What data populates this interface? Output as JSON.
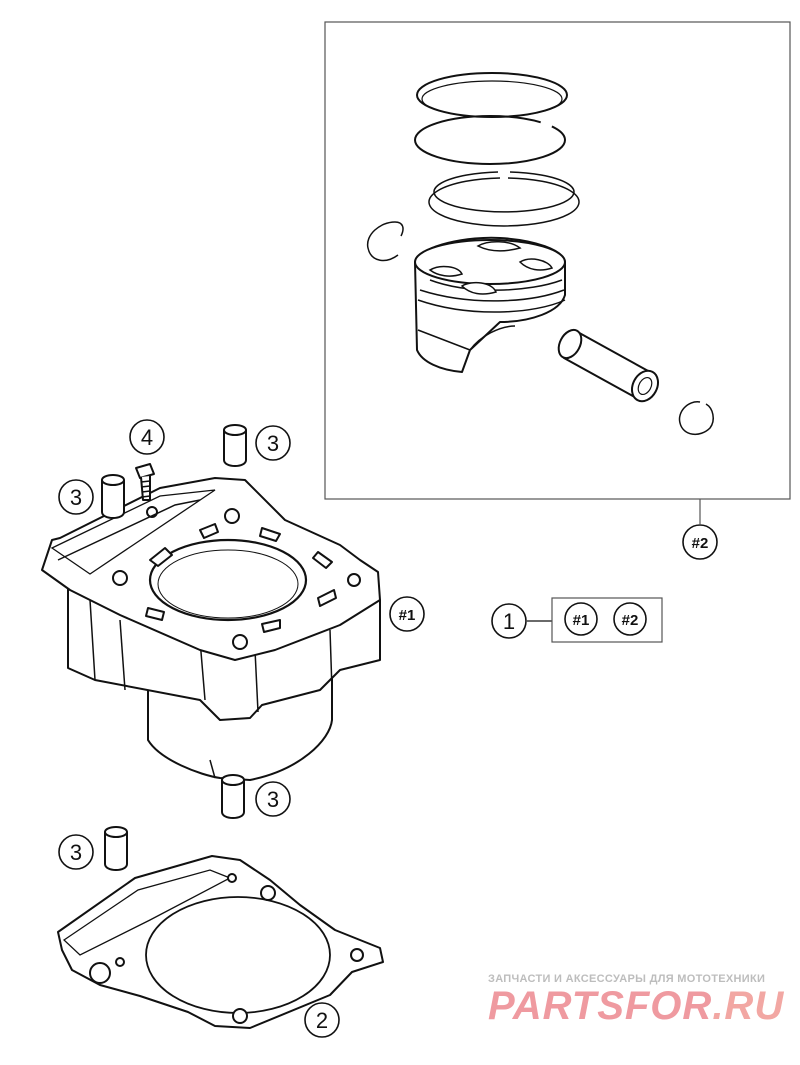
{
  "callouts": {
    "c1": "1",
    "c2": "2",
    "c3a": "3",
    "c3b": "3",
    "c3c": "3",
    "c3d": "3",
    "c4": "4",
    "kit1_cylinder": "#1",
    "kit2_piston": "#2",
    "kit_legend_1": "#1",
    "kit_legend_2": "#2"
  },
  "watermark": {
    "tagline": "ЗАПЧАСТИ И АКСЕССУАРЫ ДЛЯ МОТОТЕХНИКИ",
    "brand_main": "PARTSFOR",
    "brand_domain": ".RU"
  },
  "colors": {
    "line": "#111111",
    "watermark_text": "#bdbdbd",
    "watermark_brand": "#ef9aa0"
  }
}
